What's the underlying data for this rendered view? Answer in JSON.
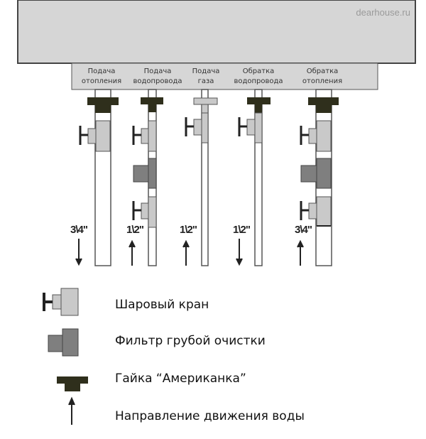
{
  "watermark": "dearhouse.ru",
  "pipes": [
    {
      "label_line1": "Подача",
      "label_line2": "отопления",
      "size": "3\\4\"",
      "flow": "down"
    },
    {
      "label_line1": "Подача",
      "label_line2": "водопровода",
      "size": "1\\2\"",
      "flow": "up"
    },
    {
      "label_line1": "Подача",
      "label_line2": "газа",
      "size": "1\\2\"",
      "flow": "up"
    },
    {
      "label_line1": "Обратка",
      "label_line2": "водопровода",
      "size": "1\\2\"",
      "flow": "down"
    },
    {
      "label_line1": "Обратка",
      "label_line2": "отопления",
      "size": "3\\4\"",
      "flow": "up"
    }
  ],
  "legend": {
    "ball_valve": "Шаровый кран",
    "filter": "Фильтр грубой очистки",
    "nut": "Гайка “Американка”",
    "flow": "Направление движения воды"
  },
  "colors": {
    "nut": "#2f2f1c",
    "valve": "#c9c9c9",
    "filter": "#7f7f7f",
    "boiler": "#d6d6d6"
  }
}
